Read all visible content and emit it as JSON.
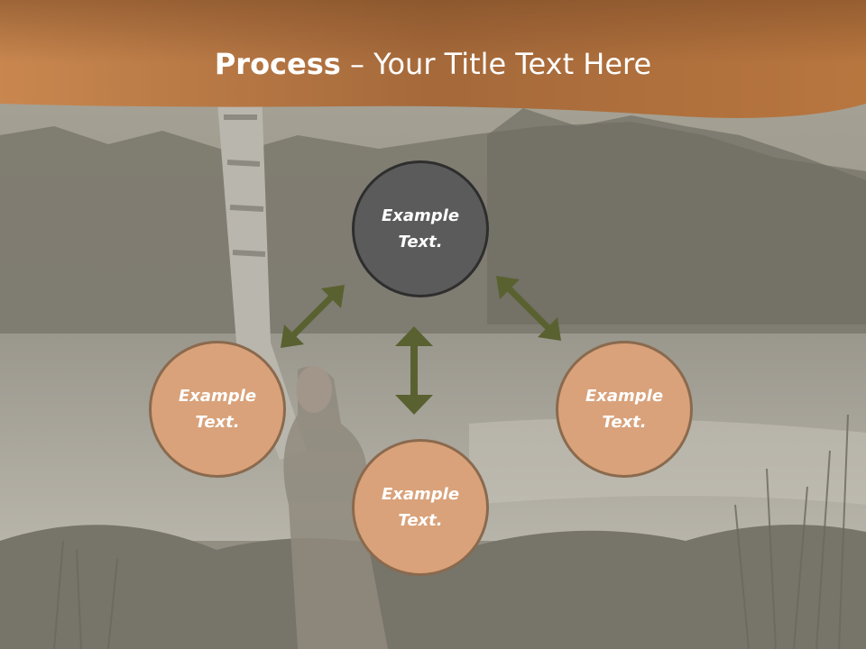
{
  "slide": {
    "title_bold": "Process",
    "title_rest": " – Your Title Text Here"
  },
  "colors": {
    "header_band": "#c07a45",
    "center_circle": "#5b5b5b",
    "outer_circle": "#d9a27a",
    "arrow": "#5a6130"
  },
  "nodes": {
    "top": {
      "text": "Example Text."
    },
    "left": {
      "text": "Example Text."
    },
    "right": {
      "text": "Example Text."
    },
    "bottom": {
      "text": "Example Text."
    }
  }
}
